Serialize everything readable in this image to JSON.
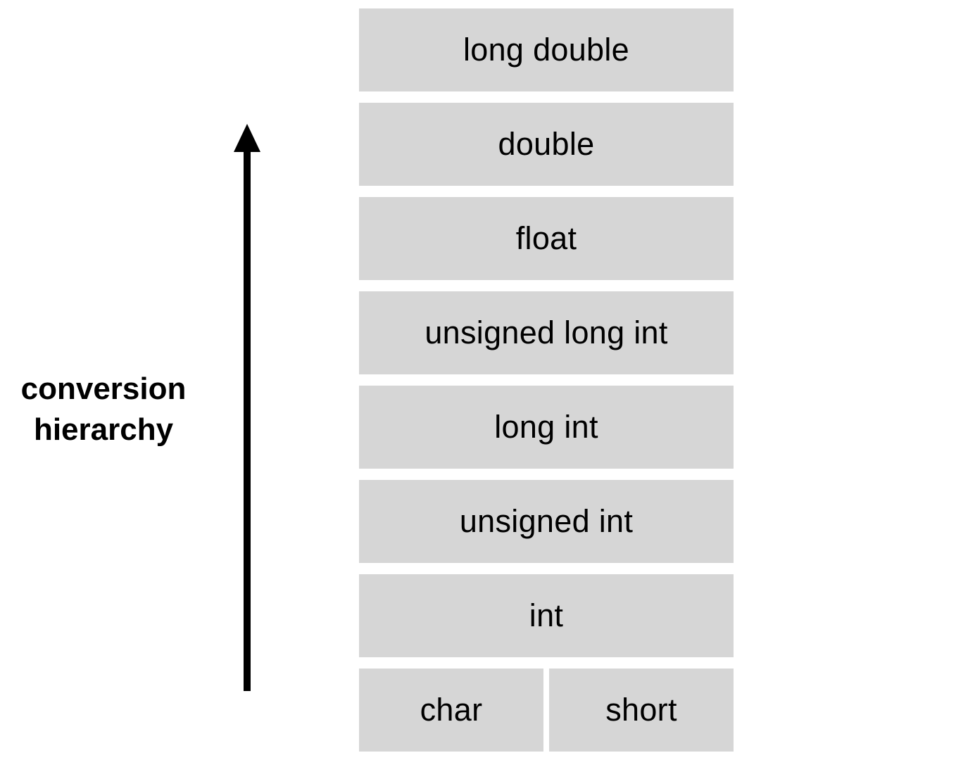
{
  "label": {
    "line1": "conversion",
    "line2": "hierarchy"
  },
  "arrow": {
    "direction": "up",
    "color": "#000000"
  },
  "box_color": "#d6d6d6",
  "types": {
    "t1": "long double",
    "t2": "double",
    "t3": "float",
    "t4": "unsigned long int",
    "t5": "long int",
    "t6": "unsigned int",
    "t7": "int",
    "t8": "char",
    "t9": "short"
  }
}
